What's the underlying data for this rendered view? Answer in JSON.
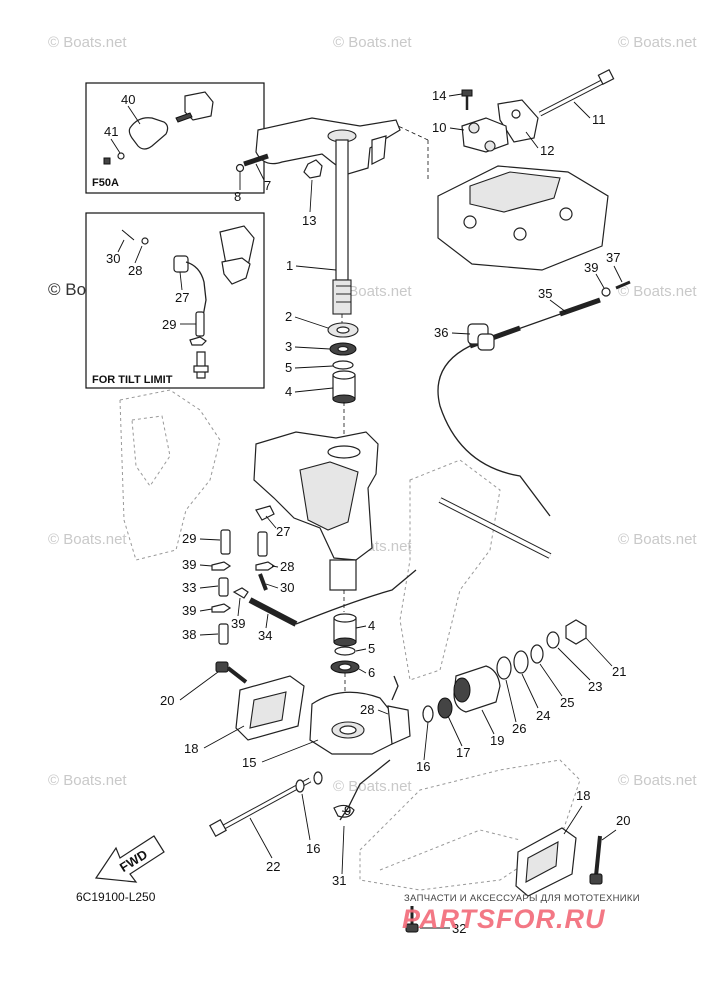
{
  "watermarks": {
    "small": "© Boats.net",
    "large": "© Boats.net"
  },
  "insets": {
    "f50a_label": "F50A",
    "tilt_label": "FOR TILT LIMIT"
  },
  "diagram_code": "6C19100-L250",
  "fwd_label": "FWD",
  "brand": {
    "tagline": "ЗАПЧАСТИ И АКСЕССУАРЫ ДЛЯ МОТОТЕХНИКИ",
    "logo": "PARTSFOR.RU"
  },
  "callouts": {
    "c1": "1",
    "c2": "2",
    "c3": "3",
    "c4a": "4",
    "c4b": "4",
    "c5a": "5",
    "c5b": "5",
    "c6": "6",
    "c7": "7",
    "c8": "8",
    "c9": "9",
    "c10": "10",
    "c11": "11",
    "c12": "12",
    "c13": "13",
    "c14": "14",
    "c15": "15",
    "c16a": "16",
    "c16b": "16",
    "c17": "17",
    "c18a": "18",
    "c18b": "18",
    "c19": "19",
    "c20a": "20",
    "c20b": "20",
    "c21": "21",
    "c22": "22",
    "c23": "23",
    "c24": "24",
    "c25": "25",
    "c26": "26",
    "c27a": "27",
    "c27b": "27",
    "c28a": "28",
    "c28b": "28",
    "c28c": "28",
    "c29a": "29",
    "c29b": "29",
    "c30a": "30",
    "c30b": "30",
    "c31": "31",
    "c32": "32",
    "c33": "33",
    "c34": "34",
    "c35": "35",
    "c36": "36",
    "c37": "37",
    "c38": "38",
    "c39a": "39",
    "c39b": "39",
    "c39c": "39",
    "c39d": "39",
    "c40": "40",
    "c41": "41"
  }
}
